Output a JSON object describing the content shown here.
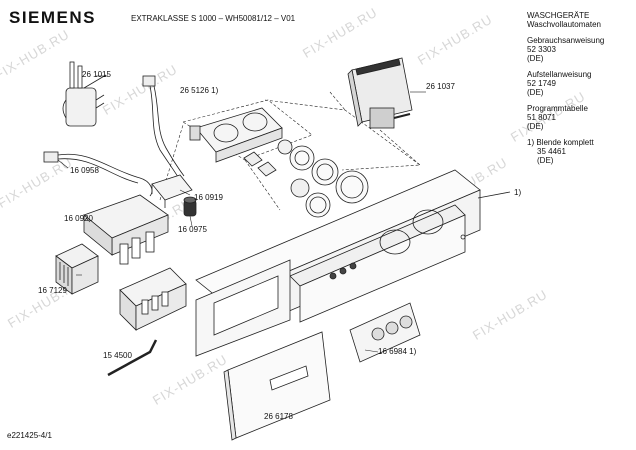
{
  "header": {
    "brand": "SIEMENS",
    "model": "EXTRAKLASSE S 1000 – WH50081/12 – V01",
    "category_line1": "WASCHGERÄTE",
    "category_line2": "Waschvollautomaten"
  },
  "docs": [
    {
      "title": "Gebrauchsanweisung",
      "number": "52 3303",
      "lang": "(DE)"
    },
    {
      "title": "Aufstellanweisung",
      "number": "52 1749",
      "lang": "(DE)"
    },
    {
      "title": "Programmtabelle",
      "number": "51 8071",
      "lang": "(DE)"
    },
    {
      "title": "1) Blende komplett",
      "number": "35 4461",
      "lang": "(DE)"
    }
  ],
  "parts": {
    "p261015": "26 1015",
    "p265126": "26 5126 1)",
    "p261037": "26 1037",
    "p160958": "16 0958",
    "p160919": "16 0919",
    "p160975": "16 0975",
    "p160920": "16 0920",
    "p167129": "16 7129",
    "p154500": "15 4500",
    "p169684": "16 6984 1)",
    "p266178": "26 6178",
    "ref1": "1)"
  },
  "footer": {
    "drawing_id": "e221425-4/1"
  },
  "watermark": "FIX-HUB.RU"
}
